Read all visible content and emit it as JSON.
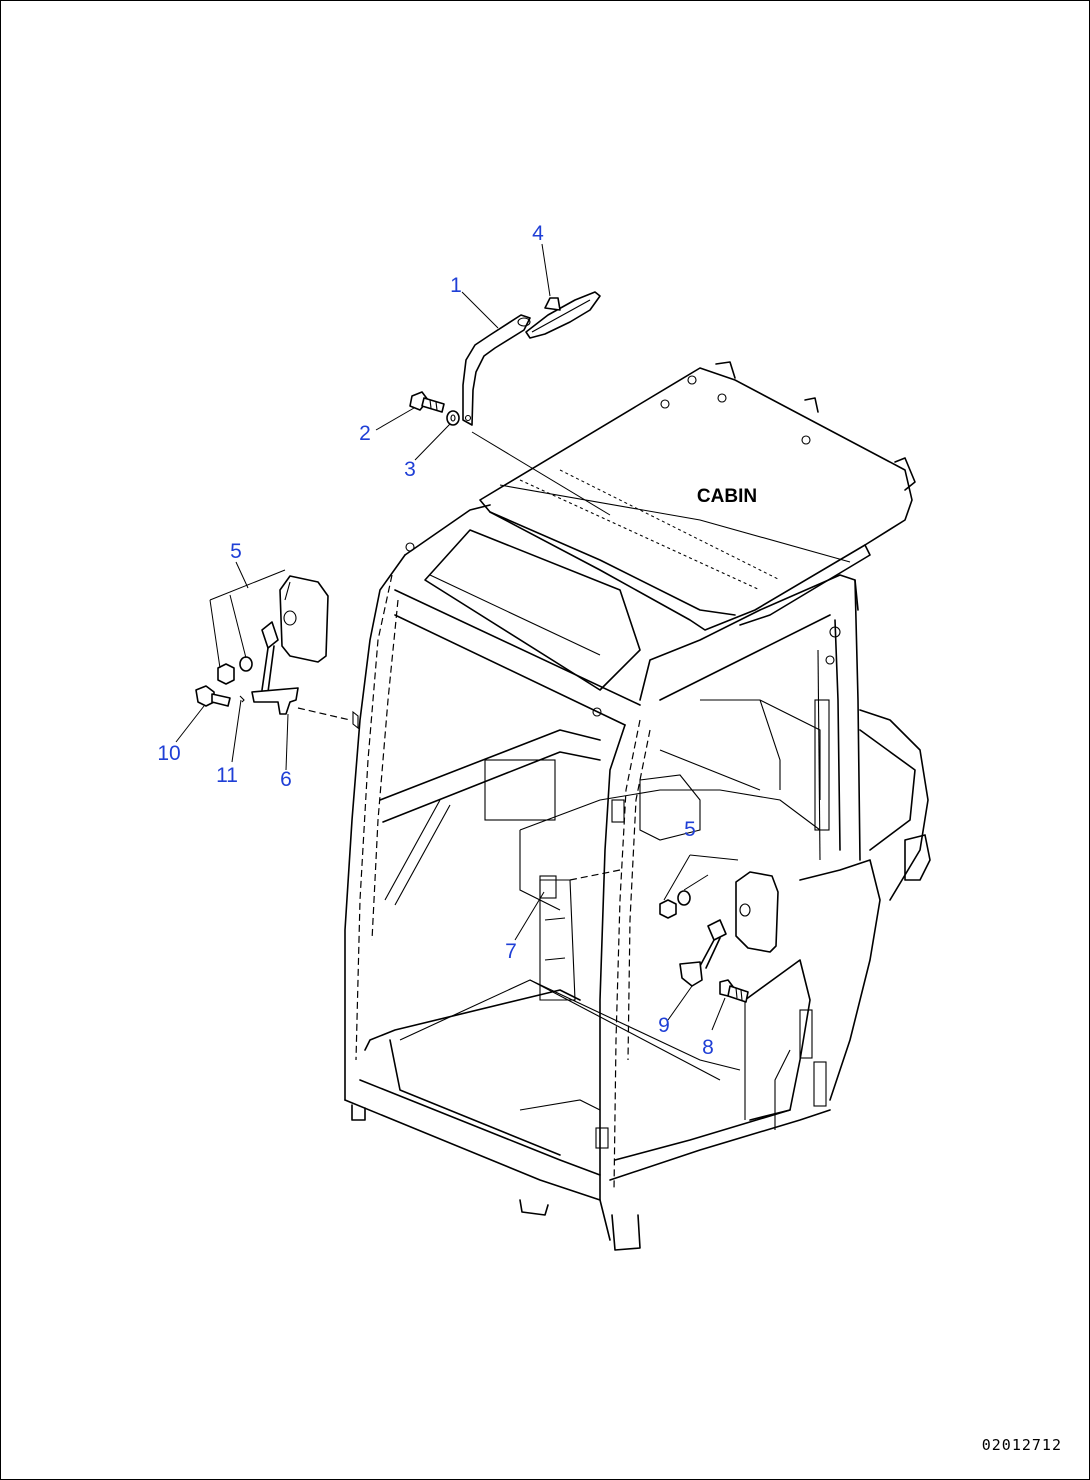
{
  "diagram": {
    "caption": "CABIN",
    "drawing_code": "02012712",
    "callouts": [
      {
        "id": "1",
        "label": "1"
      },
      {
        "id": "2",
        "label": "2"
      },
      {
        "id": "3",
        "label": "3"
      },
      {
        "id": "4",
        "label": "4"
      },
      {
        "id": "5a",
        "label": "5"
      },
      {
        "id": "6",
        "label": "6"
      },
      {
        "id": "10",
        "label": "10"
      },
      {
        "id": "11",
        "label": "11"
      },
      {
        "id": "5b",
        "label": "5"
      },
      {
        "id": "7",
        "label": "7"
      },
      {
        "id": "8",
        "label": "8"
      },
      {
        "id": "9",
        "label": "9"
      }
    ]
  }
}
